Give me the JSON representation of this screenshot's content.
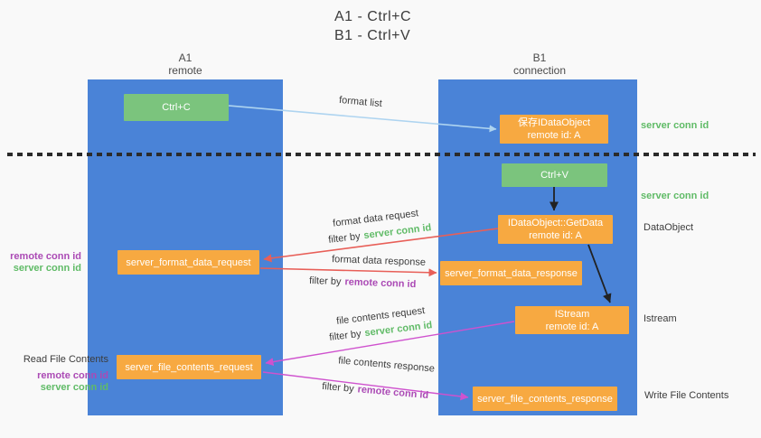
{
  "title": {
    "line1": "A1 - Ctrl+C",
    "line2": "B1 - Ctrl+V"
  },
  "columns": {
    "left": {
      "name": "A1",
      "subtitle": "remote"
    },
    "right": {
      "name": "B1",
      "subtitle": "connection"
    }
  },
  "nodes": {
    "ctrl_c": "Ctrl+C",
    "ctrl_v": "Ctrl+V",
    "save_dataobject": {
      "line1": "保存IDataObject",
      "line2": "remote id: A"
    },
    "getdata": {
      "line1": "IDataObject::GetData",
      "line2": "remote id: A"
    },
    "istream": {
      "line1": "IStream",
      "line2": "remote id: A"
    },
    "format_request": "server_format_data_request",
    "format_response": "server_format_data_response",
    "file_request": "server_file_contents_request",
    "file_response": "server_file_contents_response"
  },
  "arrow_labels": {
    "format_list": "format list",
    "format_data_request": "format data request",
    "format_data_response": "format data response",
    "file_contents_request": "file contents request",
    "file_contents_response": "file contents response",
    "filter_by": "filter by",
    "server_conn_id": "server conn id",
    "remote_conn_id": "remote conn id"
  },
  "side_labels": {
    "server_conn_id": "server conn id",
    "remote_conn_id": "remote conn id",
    "dataobject": "DataObject",
    "istream": "Istream",
    "write_file_contents": "Write File Contents",
    "read_file_contents": "Read File Contents"
  },
  "colors": {
    "background": "#f9f9f9",
    "column_blue": "#4a83d7",
    "node_green": "#7bc47d",
    "node_orange": "#f7a941",
    "arrow_light_blue": "#aed4f0",
    "arrow_red": "#e85f58",
    "arrow_magenta": "#cf52ce",
    "arrow_black": "#222222",
    "text_green": "#60bb67",
    "text_purple": "#ab4ab5",
    "text_dark": "#3c3c3c"
  }
}
